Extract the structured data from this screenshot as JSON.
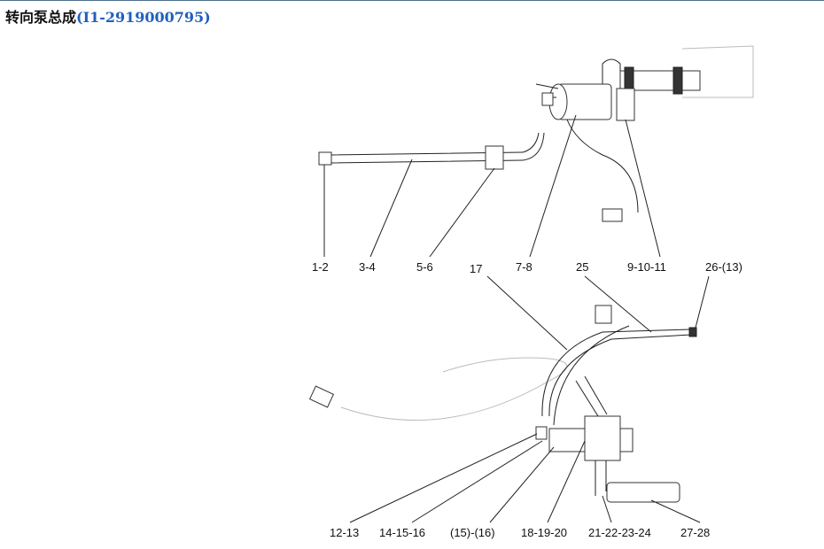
{
  "title": {
    "name": "转向泵总成",
    "code": "(I1-2919000795)"
  },
  "labels": {
    "l1": "1-2",
    "l2": "3-4",
    "l3": "5-6",
    "l4": "7-8",
    "l5": "9-10-11",
    "l6": "17",
    "l7": "25",
    "l8": "26-(13)",
    "l9": "12-13",
    "l10": "14-15-16",
    "l11": "(15)-(16)",
    "l12": "18-19-20",
    "l13": "21-22-23-24",
    "l14": "27-28"
  }
}
